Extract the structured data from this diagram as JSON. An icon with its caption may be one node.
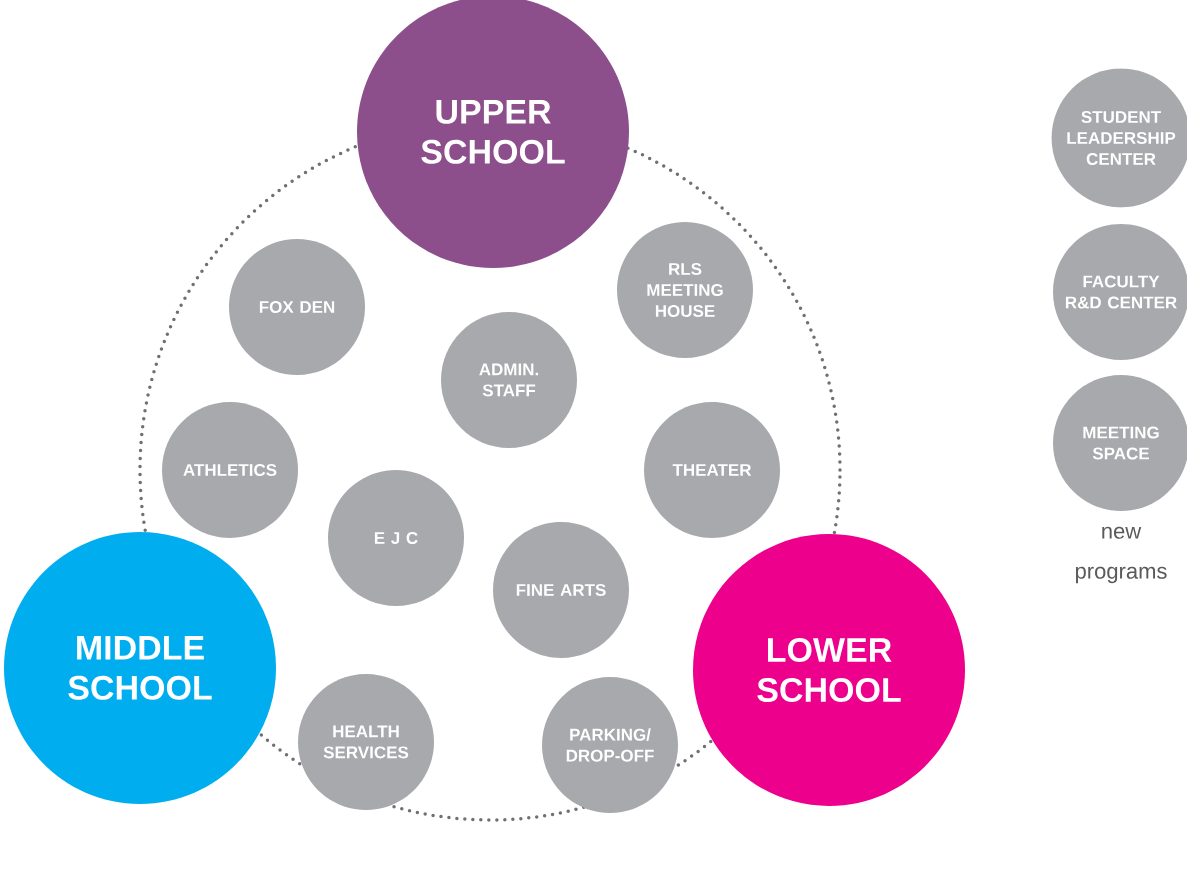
{
  "diagram": {
    "nodes": [
      {
        "text": [
          "UPPER SCHOOL"
        ]
      },
      {
        "text": [
          "FOX DEN"
        ]
      },
      {
        "text": [
          "RLS MEETING HOUSE"
        ]
      },
      {
        "text": [
          "ADMIN. STAFF"
        ]
      },
      {
        "text": [
          "ATHLETICS"
        ]
      },
      {
        "text": [
          "THEATER"
        ]
      },
      {
        "text": [
          "E J C"
        ]
      },
      {
        "text": [
          "FINE ARTS"
        ]
      },
      {
        "text": [
          "MIDDLE SCHOOL"
        ]
      },
      {
        "text": [
          "LOWER SCHOOL"
        ]
      },
      {
        "text": [
          "HEALTH SERVICES"
        ]
      },
      {
        "text": [
          "PARKING/ DROP-OFF"
        ]
      },
      {
        "text": [
          "STUDENT LEADERSHIP CENTER"
        ]
      },
      {
        "text": [
          "FACULTY R&D CENTER"
        ]
      },
      {
        "text": [
          "MEETING SPACE"
        ]
      }
    ],
    "labels": [
      "new programs"
    ]
  }
}
